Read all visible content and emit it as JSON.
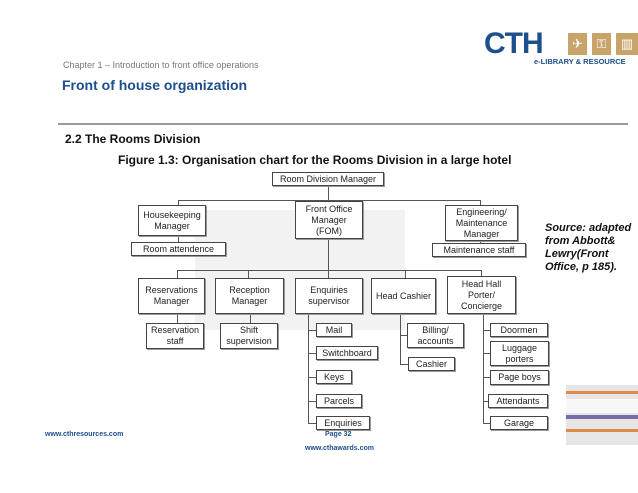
{
  "header": {
    "chapter": "Chapter 1 – Introduction to front office operations",
    "title": "Front of house organization",
    "logo": {
      "brand": "CTH",
      "tagline": "e-LIBRARY & RESOURCE"
    }
  },
  "section": "2.2 The Rooms Division",
  "figure_caption": "Figure 1.3: Organisation chart for the Rooms Division in a large hotel",
  "source_note": "Source: adapted from Abbott& Lewry(Front Office, p 185).",
  "org": {
    "root": "Room Division Manager",
    "level1": [
      "Housekeeping\nManager",
      "Front Office\nManager\n(FOM)",
      "Engineering/\nMaintenance\nManager"
    ],
    "housekeeping_staff": "Room attendence",
    "maintenance_staff": "Maintenance staff",
    "level2": [
      "Reservations\nManager",
      "Reception\nManager",
      "Enquiries\nsupervisor",
      "Head Cashier",
      "Head Hall\nPorter/\nConcierge"
    ],
    "reservations_staff": "Reservation\nstaff",
    "reception_staff": "Shift\nsupervision",
    "enquiries_items": [
      "Mail",
      "Switchboard",
      "Keys",
      "Parcels",
      "Enquiries"
    ],
    "cashier_items": [
      "Billing/\naccounts",
      "Cashier"
    ],
    "porter_items": [
      "Doormen",
      "Luggage\nporters",
      "Page boys",
      "Attendants",
      "Garage"
    ]
  },
  "footer": {
    "left_url": "www.cthresources.com",
    "page": "Page 32",
    "center_url": "www.cthawards.com"
  },
  "colors": {
    "brand_blue": "#1c4f8c",
    "brand_tan": "#c9a46a"
  }
}
